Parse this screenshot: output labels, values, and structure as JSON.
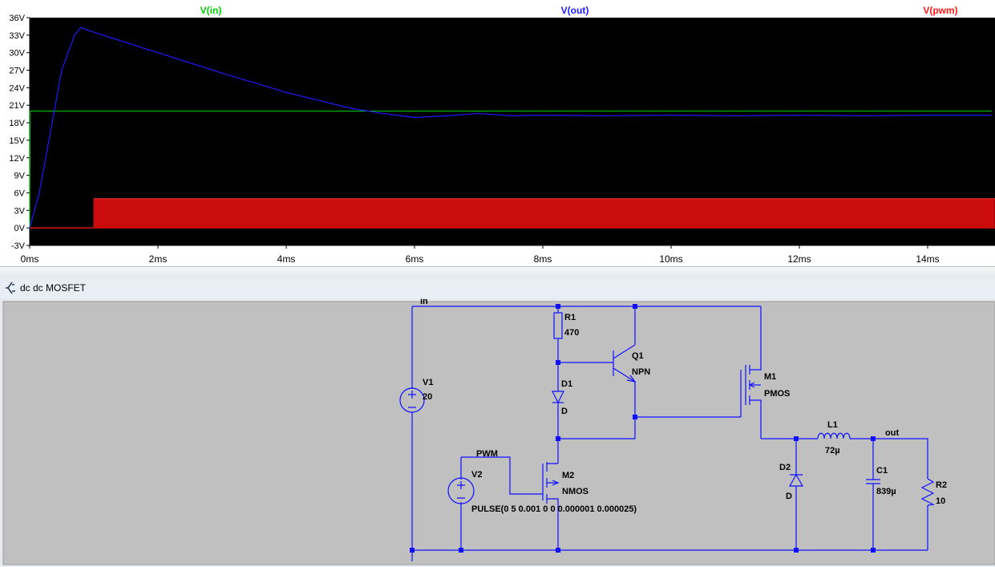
{
  "plot": {
    "traces": [
      {
        "label": "V(in)",
        "color": "#00d100"
      },
      {
        "label": "V(out)",
        "color": "#1a1aff"
      },
      {
        "label": "V(pwm)",
        "color": "#ff1a1a"
      }
    ],
    "y_ticks": [
      "36V",
      "33V",
      "30V",
      "27V",
      "24V",
      "21V",
      "18V",
      "15V",
      "12V",
      "9V",
      "6V",
      "3V",
      "0V",
      "-3V"
    ],
    "x_ticks": [
      "0ms",
      "2ms",
      "4ms",
      "6ms",
      "8ms",
      "10ms",
      "12ms",
      "14ms"
    ]
  },
  "chart_data": {
    "type": "line",
    "xlabel": "",
    "ylabel": "",
    "x_unit": "ms",
    "y_unit": "V",
    "xlim": [
      0,
      15
    ],
    "ylim": [
      -3,
      36
    ],
    "grid": false,
    "series": [
      {
        "name": "V(in)",
        "x": [
          0,
          0.01,
          15
        ],
        "y": [
          0,
          20,
          20
        ]
      },
      {
        "name": "V(out)",
        "x": [
          0,
          0.15,
          0.3,
          0.5,
          0.7,
          0.8,
          1.0,
          2.0,
          3.0,
          4.0,
          5.0,
          5.5,
          6.0,
          6.5,
          7.0,
          7.5,
          8.0,
          9.0,
          10.0,
          11.0,
          12.0,
          13.0,
          14.0,
          15.0
        ],
        "y": [
          0,
          6,
          15,
          27,
          33,
          34.3,
          33.5,
          30,
          26.5,
          23.2,
          20.5,
          19.6,
          18.9,
          19.2,
          19.6,
          19.2,
          19.3,
          19.2,
          19.3,
          19.2,
          19.3,
          19.2,
          19.3,
          19.3
        ]
      },
      {
        "name": "V(pwm)",
        "pulse_start": 1.0,
        "period": 0.025,
        "low": 0,
        "high": 5
      }
    ]
  },
  "schematic": {
    "title": "dc dc MOSFET",
    "net_labels": {
      "in": "in",
      "pwm": "PWM",
      "out": "out"
    },
    "V1": {
      "name": "V1",
      "value": "20"
    },
    "V2": {
      "name": "V2",
      "value": "PULSE(0 5 0.001 0 0 0.000001 0.000025)"
    },
    "R1": {
      "name": "R1",
      "value": "470"
    },
    "Q1": {
      "name": "Q1",
      "value": "NPN"
    },
    "D1": {
      "name": "D1",
      "value": "D"
    },
    "M1": {
      "name": "M1",
      "value": "PMOS"
    },
    "M2": {
      "name": "M2",
      "value": "NMOS"
    },
    "L1": {
      "name": "L1",
      "value": "72µ"
    },
    "C1": {
      "name": "C1",
      "value": "839µ"
    },
    "D2": {
      "name": "D2",
      "value": "D"
    },
    "R2": {
      "name": "R2",
      "value": "10"
    }
  }
}
